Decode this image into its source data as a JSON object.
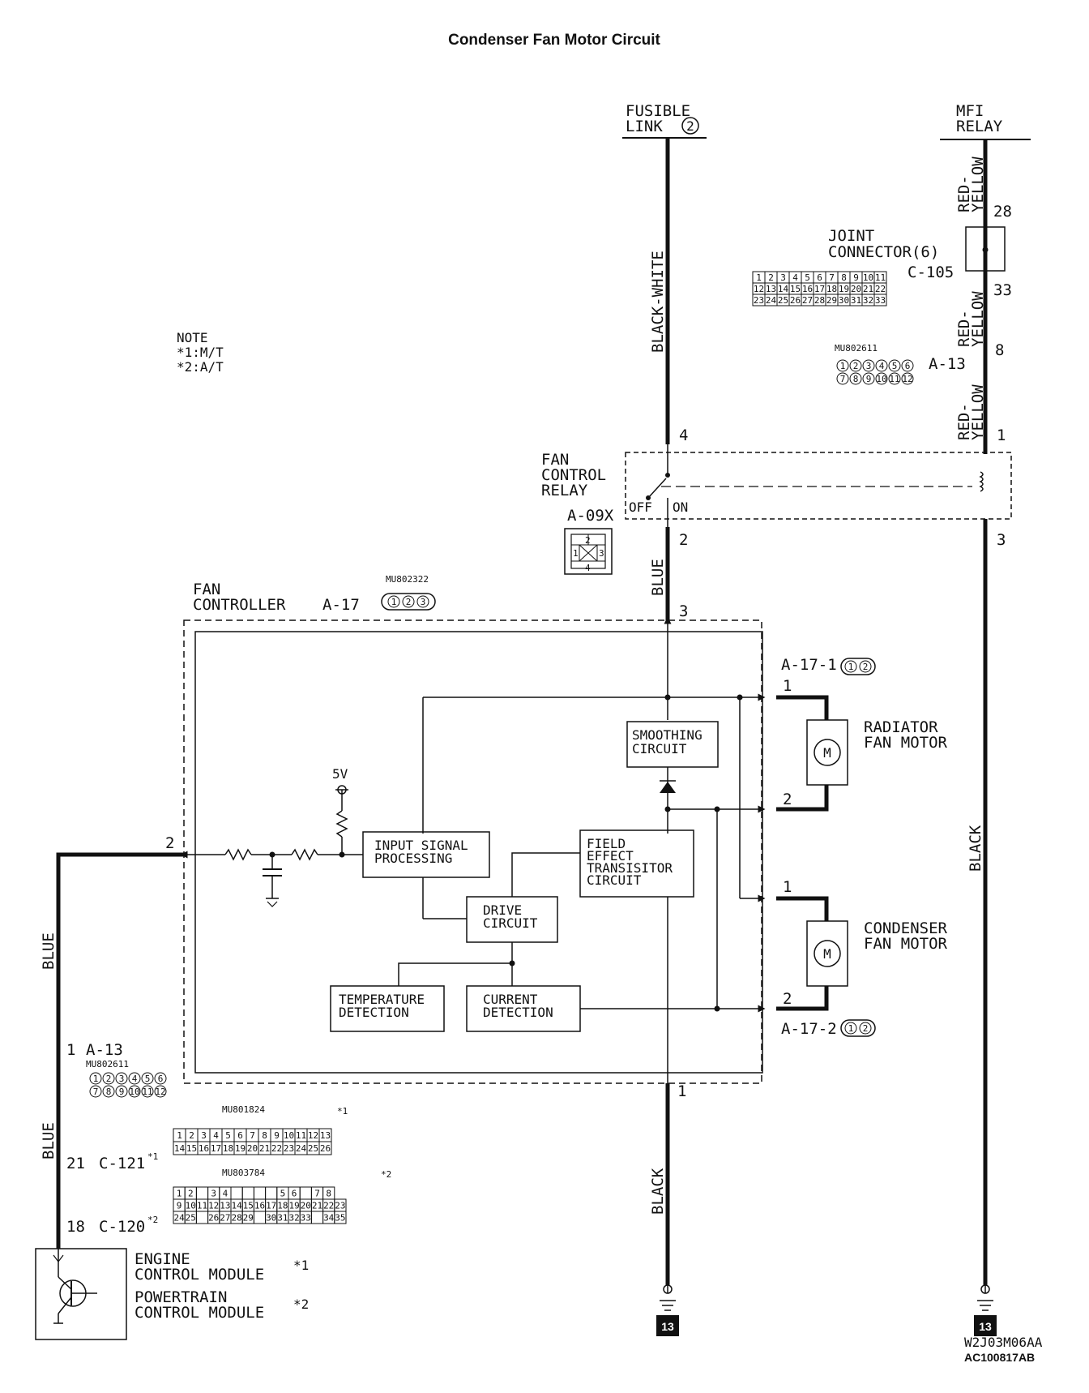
{
  "title": "Condenser Fan Motor Circuit",
  "note": {
    "heading": "NOTE",
    "line1": "*1:M/T",
    "line2": "*2:A/T"
  },
  "sources": {
    "fusible_link_line1": "FUSIBLE",
    "fusible_link_line2": "LINK",
    "fusible_link_number": "2",
    "mfi_relay_line1": "MFI",
    "mfi_relay_line2": "RELAY"
  },
  "wires": {
    "black_white": "BLACK-WHITE",
    "red_yellow_line1": "RED-",
    "red_yellow_line2": "YELLOW",
    "blue": "BLUE",
    "black": "BLACK"
  },
  "joint_connector": {
    "label_line1": "JOINT",
    "label_line2": "CONNECTOR(6)",
    "code": "C-105",
    "pin_in": "28",
    "pin_out": "33",
    "pins_row1": [
      "1",
      "2",
      "3",
      "4",
      "5",
      "6",
      "7",
      "8",
      "9",
      "10",
      "11"
    ],
    "pins_row2": [
      "12",
      "13",
      "14",
      "15",
      "16",
      "17",
      "18",
      "19",
      "20",
      "21",
      "22"
    ],
    "pins_row3": [
      "23",
      "24",
      "25",
      "26",
      "27",
      "28",
      "29",
      "30",
      "31",
      "32",
      "33"
    ]
  },
  "connector_a13": {
    "part": "MU802611",
    "code": "A-13",
    "pin_right": "8",
    "pin_left": "1",
    "pins_row1": [
      "1",
      "2",
      "3",
      "4",
      "5",
      "6"
    ],
    "pins_row2": [
      "7",
      "8",
      "9",
      "10",
      "11",
      "12"
    ]
  },
  "fan_control_relay": {
    "label_line1": "FAN",
    "label_line2": "CONTROL",
    "label_line3": "RELAY",
    "off": "OFF",
    "on": "ON",
    "code": "A-09X",
    "pin_top_left": "4",
    "pin_top_right": "1",
    "pin_bottom_left": "2",
    "pin_bottom_right": "3",
    "pins": [
      "2",
      "1",
      "3",
      "4"
    ]
  },
  "fan_controller": {
    "label_line1": "FAN",
    "label_line2": "CONTROLLER",
    "code": "A-17",
    "part": "MU802322",
    "pins": [
      "1",
      "2",
      "3"
    ],
    "pin_top": "3",
    "pin_left": "2",
    "pin_bottom": "1",
    "voltage": "5V",
    "blocks": {
      "smoothing_line1": "SMOOTHING",
      "smoothing_line2": "CIRCUIT",
      "input_line1": "INPUT SIGNAL",
      "input_line2": "PROCESSING",
      "fet_line1": "FIELD",
      "fet_line2": "EFFECT",
      "fet_line3": "TRANSISITOR",
      "fet_line4": "CIRCUIT",
      "drive_line1": "DRIVE",
      "drive_line2": "CIRCUIT",
      "temp_line1": "TEMPERATURE",
      "temp_line2": "DETECTION",
      "current_line1": "CURRENT",
      "current_line2": "DETECTION"
    }
  },
  "radiator_fan": {
    "connector": "A-17-1",
    "label_line1": "RADIATOR",
    "label_line2": "FAN MOTOR",
    "motor": "M",
    "pin1": "1",
    "pin2": "2",
    "conn_pins": [
      "1",
      "2"
    ]
  },
  "condenser_fan": {
    "connector": "A-17-2",
    "label_line1": "CONDENSER",
    "label_line2": "FAN MOTOR",
    "motor": "M",
    "pin1": "1",
    "pin2": "2",
    "conn_pins": [
      "1",
      "2"
    ]
  },
  "connector_c121": {
    "part": "MU801824",
    "pin": "21",
    "code": "C-121",
    "note": "*1",
    "pins_row1": [
      "1",
      "2",
      "3",
      "4",
      "5",
      "6",
      "7",
      "8",
      "9",
      "10",
      "11",
      "12",
      "13"
    ],
    "pins_row2": [
      "14",
      "15",
      "16",
      "17",
      "18",
      "19",
      "20",
      "21",
      "22",
      "23",
      "24",
      "25",
      "26"
    ]
  },
  "connector_c120": {
    "part": "MU803784",
    "pin": "18",
    "code": "C-120",
    "note": "*2",
    "pins_row1": [
      "1",
      "2",
      "",
      "3",
      "4",
      "",
      "",
      "",
      "",
      "5",
      "6",
      "",
      "7",
      "8"
    ],
    "pins_row2": [
      "9",
      "10",
      "11",
      "12",
      "13",
      "14",
      "15",
      "16",
      "17",
      "18",
      "19",
      "20",
      "21",
      "22",
      "23"
    ],
    "pins_row3": [
      "24",
      "25",
      "",
      "26",
      "27",
      "28",
      "29",
      "",
      "30",
      "31",
      "32",
      "33",
      "",
      "34",
      "35"
    ]
  },
  "module": {
    "ecm_line1": "ENGINE",
    "ecm_line2": "CONTROL MODULE",
    "ecm_note": "*1",
    "pcm_line1": "POWERTRAIN",
    "pcm_line2": "CONTROL MODULE",
    "pcm_note": "*2"
  },
  "grounds": {
    "left": "13",
    "right": "13"
  },
  "codes": {
    "code1": "W2J03M06AA",
    "code2": "AC100817AB"
  }
}
